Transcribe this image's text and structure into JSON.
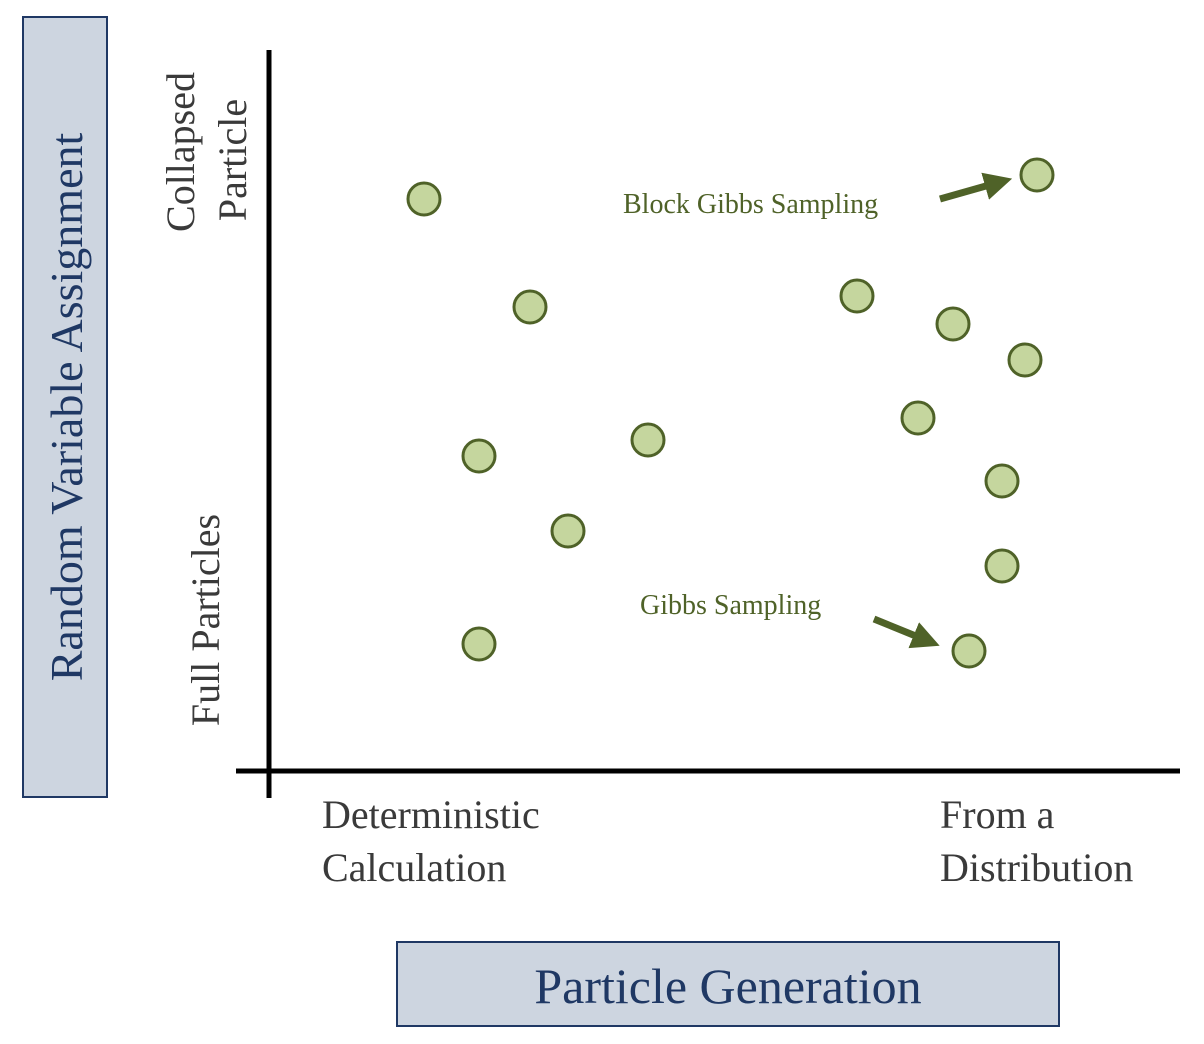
{
  "y_axis_title": "Random Variable Assignment",
  "x_axis_title": "Particle Generation",
  "y_categories": {
    "top": [
      "Collapsed",
      "Particle"
    ],
    "bottom": "Full Particles"
  },
  "x_categories": {
    "left": [
      "Deterministic",
      "Calculation"
    ],
    "right": [
      "From a",
      "Distribution"
    ]
  },
  "annotations": {
    "block_gibbs": "Block Gibbs Sampling",
    "gibbs": "Gibbs Sampling"
  },
  "colors": {
    "point_fill": "#c5d69e",
    "point_stroke": "#4f6228",
    "annotation": "#4f6228",
    "title_box_fill": "#cdd5e0",
    "title_text": "#1f3864"
  }
}
